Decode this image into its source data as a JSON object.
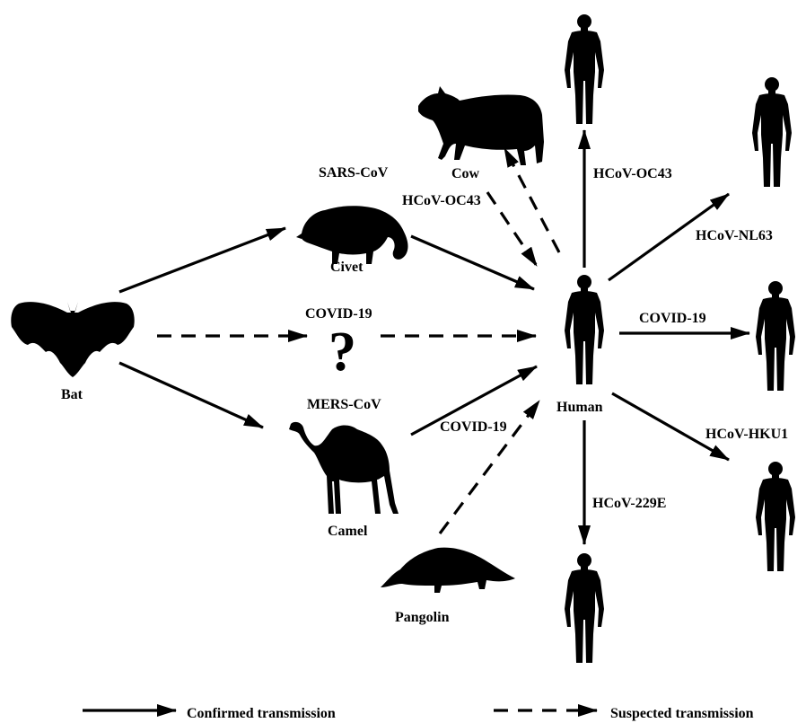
{
  "diagram": {
    "hosts": {
      "bat": "Bat",
      "civet": "Civet",
      "cow": "Cow",
      "camel": "Camel",
      "pangolin": "Pangolin",
      "human": "Human"
    },
    "unknown_intermediate": "?",
    "virus_labels": {
      "sars_cov": "SARS-CoV",
      "mers_cov": "MERS-CoV",
      "covid_bat": "COVID-19",
      "covid_pangolin": "COVID-19",
      "covid_human": "COVID-19",
      "oc43_cow": "HCoV-OC43",
      "oc43_human": "HCoV-OC43",
      "nl63": "HCoV-NL63",
      "hku1": "HCoV-HKU1",
      "e229": "HCoV-229E"
    },
    "legend": {
      "confirmed": "Confirmed transmission",
      "suspected": "Suspected transmission"
    }
  }
}
